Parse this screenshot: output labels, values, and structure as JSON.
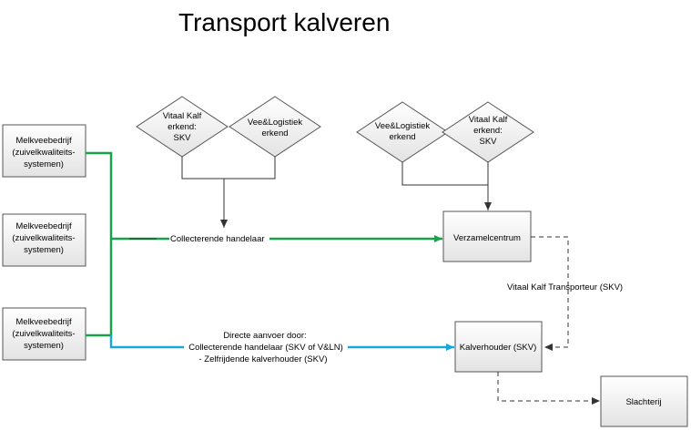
{
  "title": "Transport kalveren",
  "farms": [
    {
      "line1": "Melkveebedrijf",
      "line2": "(zuivelkwaliteits-",
      "line3": "systemen)"
    },
    {
      "line1": "Melkveebedrijf",
      "line2": "(zuivelkwaliteits-",
      "line3": "systemen)"
    },
    {
      "line1": "Melkveebedrijf",
      "line2": "(zuivelkwaliteits-",
      "line3": "systemen)"
    }
  ],
  "diamonds": {
    "left_vitaal": {
      "line1": "Vitaal Kalf",
      "line2": "erkend:",
      "line3": "SKV"
    },
    "left_vee": {
      "line1": "Vee&Logistiek",
      "line2": "erkend"
    },
    "right_vee": {
      "line1": "Vee&Logistiek",
      "line2": "erkend"
    },
    "right_vitaal": {
      "line1": "Vitaal Kalf",
      "line2": "erkend:",
      "line3": "SKV"
    }
  },
  "nodes": {
    "verzamelcentrum": "Verzamelcentrum",
    "kalverhouder": "Kalverhouder (SKV)",
    "slachterij": "Slachterij"
  },
  "labels": {
    "collecterende": "Collecterende handelaar",
    "transporteur": "Vitaal Kalf Transporteur (SKV)",
    "direct_line1": "Directe aanvoer door:",
    "direct_line2": "Collecterende handelaar (SKV of V&LN)",
    "direct_line3": "- Zelfrijdende kalverhouder (SKV)"
  },
  "colors": {
    "green": "#16a34a",
    "blue": "#1aa7dc",
    "box_border": "#555555",
    "box_fill_top": "#ffffff",
    "box_fill_bottom": "#e6e6e6"
  }
}
